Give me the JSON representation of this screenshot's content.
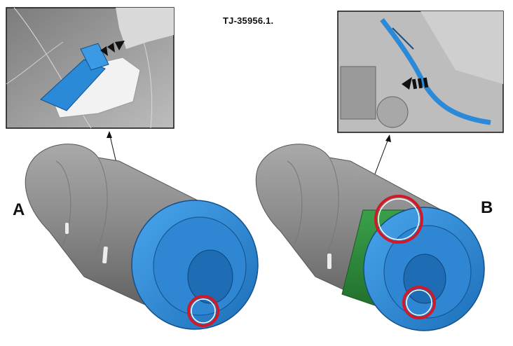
{
  "document_id": "TJ-35956.1.",
  "labels": {
    "a": "A",
    "b": "B"
  },
  "colors": {
    "connector_body": "#8c8c8c",
    "connector_dark": "#6e6e6e",
    "cap_blue": "#2a8ad8",
    "seal_green": "#2d8a3a",
    "highlight_circle": "#d01a2a",
    "inset_frame": "#111111",
    "push_arrow": "#111111"
  },
  "icons": {
    "direction_arrow": "double-arrow-icon",
    "push_arrow": "push-arrow-icon"
  }
}
